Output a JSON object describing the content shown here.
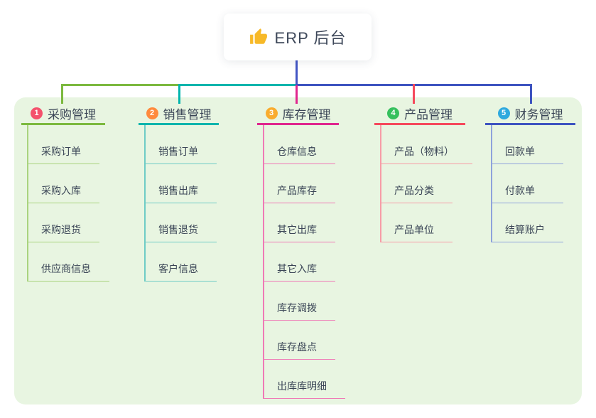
{
  "root": {
    "label": "ERP 后台",
    "icon": "thumbs-up-icon",
    "icon_color": "#f7b928",
    "drop_line_color": "#4255c4"
  },
  "panel": {
    "background": "#e8f5e1"
  },
  "branches": [
    {
      "badge": "1",
      "label": "采购管理",
      "badge_color": "#f4516c",
      "line_color": "#7cb93f",
      "light_color": "#a9d37e",
      "items": [
        "采购订单",
        "采购入库",
        "采购退货",
        "供应商信息"
      ]
    },
    {
      "badge": "2",
      "label": "销售管理",
      "badge_color": "#ff8a3d",
      "line_color": "#00b5ad",
      "light_color": "#6fccc6",
      "items": [
        "销售订单",
        "销售出库",
        "销售退货",
        "客户信息"
      ]
    },
    {
      "badge": "3",
      "label": "库存管理",
      "badge_color": "#f9ac2e",
      "line_color": "#e0268e",
      "light_color": "#ef79b6",
      "items": [
        "仓库信息",
        "产品库存",
        "其它出库",
        "其它入库",
        "库存调拨",
        "库存盘点",
        "出库库明细"
      ]
    },
    {
      "badge": "4",
      "label": "产品管理",
      "badge_color": "#35c05d",
      "line_color": "#f5495c",
      "light_color": "#f79ca6",
      "items": [
        "产品（物料）",
        "产品分类",
        "产品单位"
      ]
    },
    {
      "badge": "5",
      "label": "财务管理",
      "badge_color": "#2ea9de",
      "line_color": "#3e54c0",
      "light_color": "#8fa3dc",
      "items": [
        "回款单",
        "付款单",
        "结算账户"
      ]
    }
  ]
}
